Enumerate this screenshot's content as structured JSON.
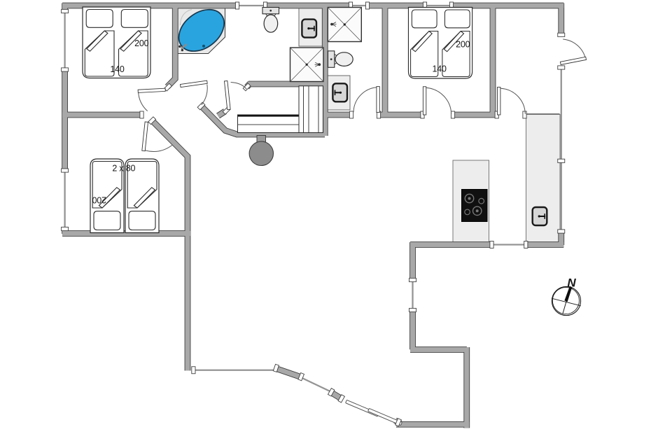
{
  "plan": {
    "type": "floor-plan",
    "bedroom1": {
      "bed_length": "200",
      "bed_width": "140"
    },
    "bedroom2": {
      "bed_length": "200",
      "bed_width": "140"
    },
    "bedroom3": {
      "beds": "2 x 80",
      "bed_length": "200"
    },
    "compass": {
      "north": "N"
    }
  },
  "colors": {
    "wall_fill": "#a8a8a8",
    "wall_outline": "#3f3f3f",
    "jacuzzi_water": "#2aa4df",
    "counter": "#ebebeb",
    "stove": "#111111",
    "fireplace": "#8c8c8c",
    "background": "#ffffff"
  },
  "icons": [
    "jacuzzi-icon",
    "toilet-icon",
    "shower-icon",
    "sink-icon",
    "double-bed-icon",
    "single-bed-icon",
    "stove-icon",
    "kitchen-island",
    "bench-icon",
    "wardrobe-icon",
    "fireplace-icon",
    "compass-rose-icon",
    "door-arc-icon",
    "window-icon"
  ]
}
